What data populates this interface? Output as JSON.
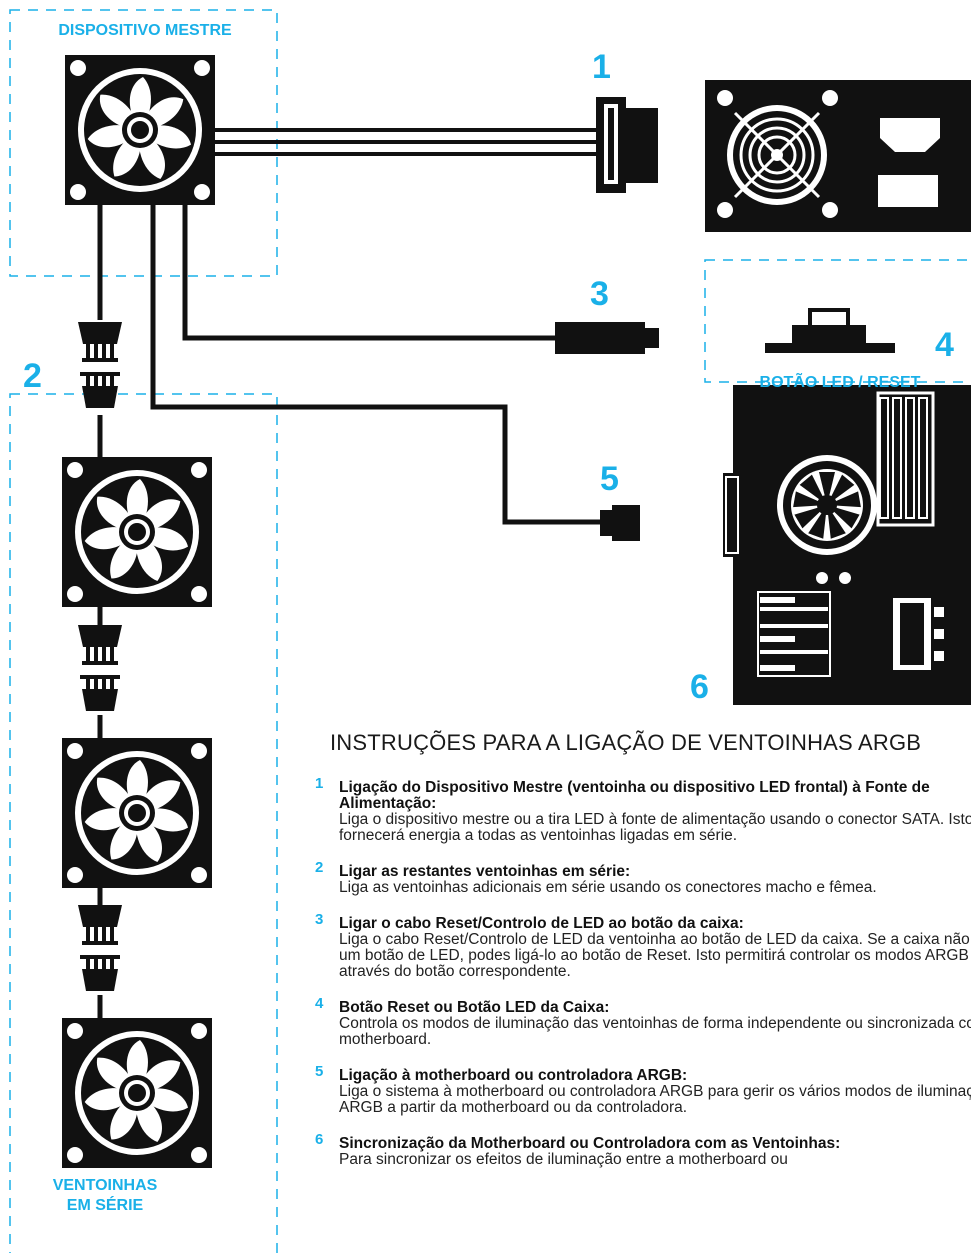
{
  "labels": {
    "master_device": "DISPOSITIVO MESTRE",
    "fans_series_line1": "VENTOINHAS",
    "fans_series_line2": "EM SÉRIE",
    "led_reset_button": "BOTÃO LED / RESET"
  },
  "numbers": {
    "n1": "1",
    "n2": "2",
    "n3": "3",
    "n4": "4",
    "n5": "5",
    "n6": "6"
  },
  "instructions": {
    "title": "INSTRUÇÕES PARA A LIGAÇÃO DE VENTOINHAS ARGB",
    "steps": [
      {
        "num": "1",
        "heading": "Ligação do Dispositivo Mestre (ventoinha ou dispositivo LED frontal) à Fonte de Alimentação:",
        "text": "Liga o dispositivo mestre ou a tira LED à fonte de alimentação usando o conector SATA. Isto fornecerá energia a todas as ventoinhas ligadas em série."
      },
      {
        "num": "2",
        "heading": "Ligar as restantes ventoinhas em série:",
        "text": "Liga as ventoinhas adicionais em série usando os conectores macho e fêmea."
      },
      {
        "num": "3",
        "heading": "Ligar o cabo Reset/Controlo de LED ao botão da caixa:",
        "text": "Liga o cabo Reset/Controlo de LED da ventoinha ao botão de LED da caixa. Se a caixa não tiver um botão de LED, podes ligá-lo ao botão de Reset. Isto permitirá controlar os modos ARGB através do botão correspondente."
      },
      {
        "num": "4",
        "heading": "Botão Reset ou Botão LED da Caixa:",
        "text": "Controla os modos de iluminação das ventoinhas de forma independente ou sincronizada com a motherboard."
      },
      {
        "num": "5",
        "heading": "Ligação à motherboard ou controladora ARGB:",
        "text": "Liga o sistema à motherboard ou controladora ARGB para gerir os vários modos de iluminação ARGB a partir da motherboard ou da controladora."
      },
      {
        "num": "6",
        "heading": "Sincronização da Motherboard ou Controladora com as Ventoinhas:",
        "text": "Para sincronizar os efeitos de iluminação entre a motherboard ou"
      }
    ]
  },
  "colors": {
    "accent": "#1ab0e8",
    "ink": "#111111"
  },
  "icons": [
    "fan-icon",
    "sata-connector-icon",
    "psu-icon",
    "argb-connector-icon",
    "reset-plug-icon",
    "led-button-icon",
    "motherboard-icon"
  ]
}
